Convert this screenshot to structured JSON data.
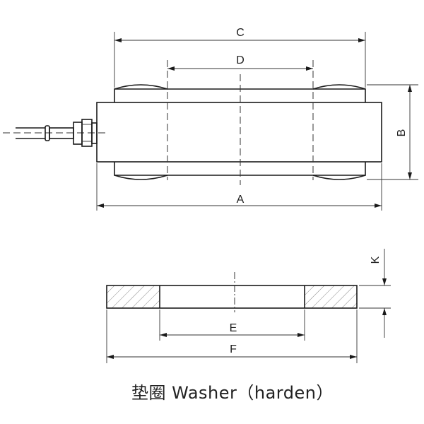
{
  "dimensions": {
    "a": "A",
    "b": "B",
    "c": "C",
    "d": "D",
    "e": "E",
    "f": "F",
    "k": "K"
  },
  "caption": "垫圈 Washer（harden）",
  "colors": {
    "line": "#1a1a1a",
    "background": "#ffffff"
  }
}
